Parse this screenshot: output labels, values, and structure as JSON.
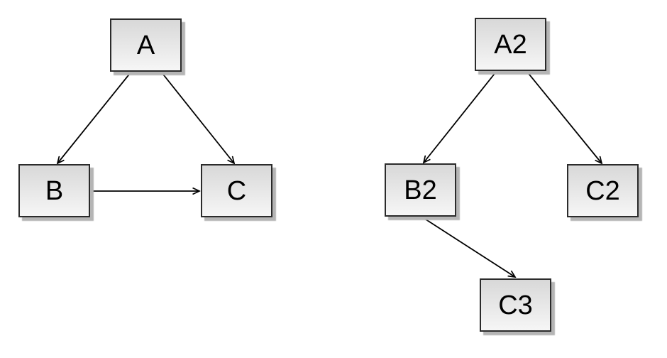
{
  "page": {
    "background": "#ffffff"
  },
  "style": {
    "node_fill_top": "#d8d8d8",
    "node_fill_bottom": "#f6f6f6",
    "node_border": "#2b2b2b",
    "shadow_color": "#b5b5b5",
    "arrow_color": "#000000",
    "text_color": "#000000"
  },
  "diagrams": [
    {
      "id": "left-graph",
      "nodes": [
        {
          "id": "A",
          "label": "A"
        },
        {
          "id": "B",
          "label": "B"
        },
        {
          "id": "C",
          "label": "C"
        }
      ],
      "edges": [
        {
          "from": "A",
          "to": "B"
        },
        {
          "from": "A",
          "to": "C"
        },
        {
          "from": "B",
          "to": "C"
        }
      ]
    },
    {
      "id": "right-graph",
      "nodes": [
        {
          "id": "A2",
          "label": "A2"
        },
        {
          "id": "B2",
          "label": "B2"
        },
        {
          "id": "C2",
          "label": "C2"
        },
        {
          "id": "C3",
          "label": "C3"
        }
      ],
      "edges": [
        {
          "from": "A2",
          "to": "B2"
        },
        {
          "from": "A2",
          "to": "C2"
        },
        {
          "from": "B2",
          "to": "C3"
        }
      ]
    }
  ]
}
